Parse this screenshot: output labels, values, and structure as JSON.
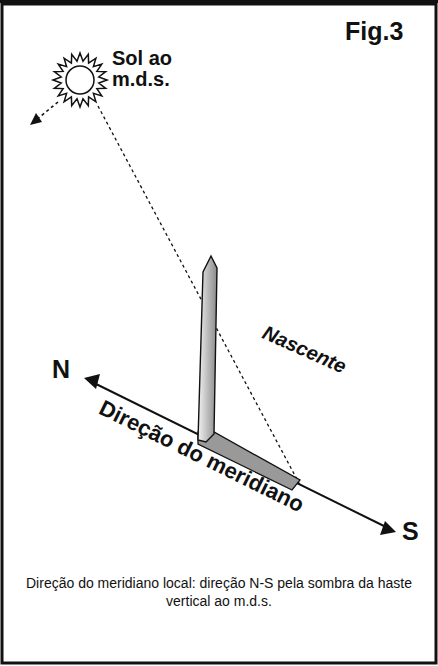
{
  "diagram": {
    "title": "Fig.3",
    "caption": "Direção do meridiano local: direção N-S pela sombra da haste vertical ao m.d.s.",
    "labels": [
      "Sol ao m.d.s.",
      "Nascente",
      "N",
      "S",
      "Direção do meridiano"
    ]
  }
}
